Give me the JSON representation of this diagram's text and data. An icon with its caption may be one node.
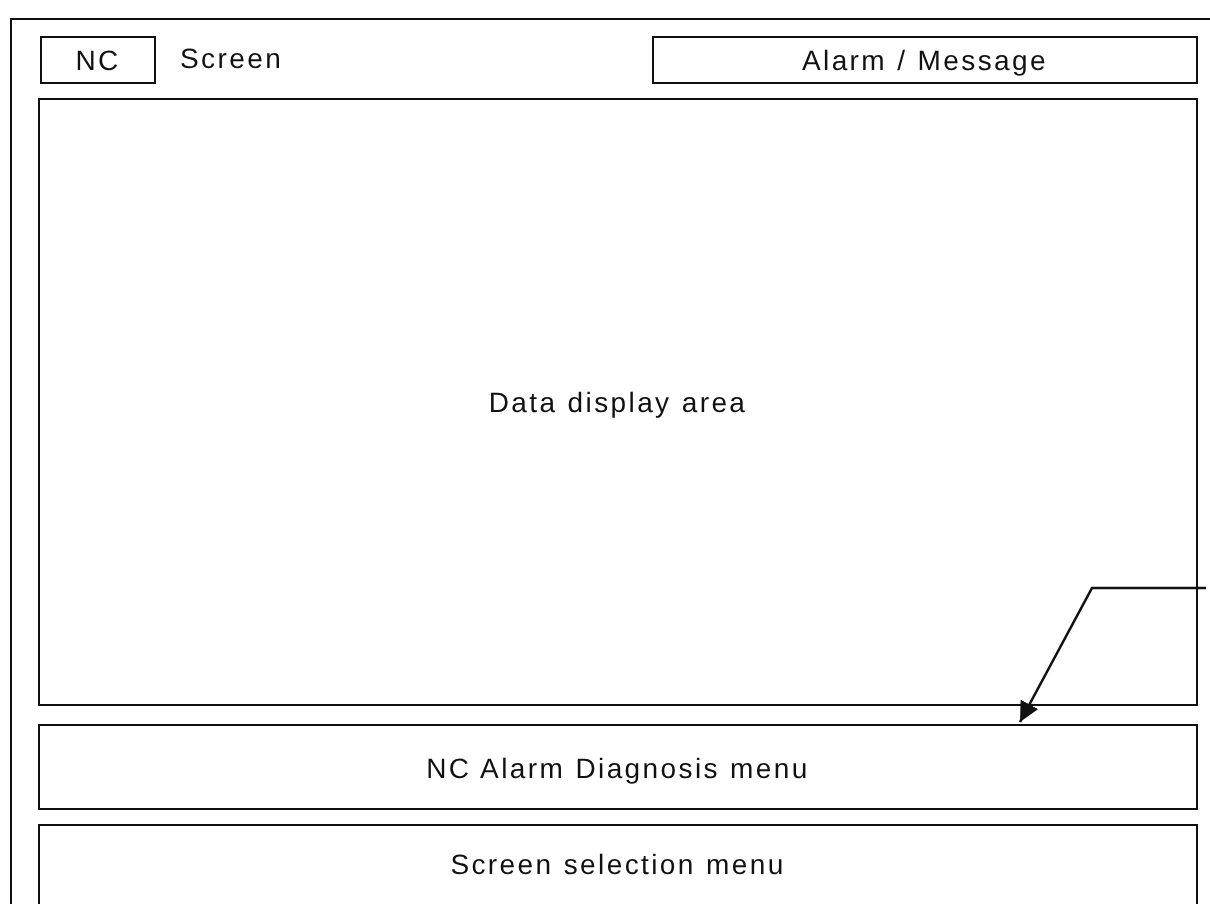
{
  "diagram": {
    "nodes": [
      {
        "text": [],
        "shape": "box"
      },
      {
        "text": [
          "NC"
        ],
        "in": 0
      },
      {
        "text": [
          "Alarm / Message"
        ],
        "in": 0
      },
      {
        "text": [
          "Data display area"
        ],
        "in": 0
      },
      {
        "text": [
          "NC Alarm Diagnosis menu"
        ],
        "in": 0
      },
      {
        "text": [
          "Screen selection menu"
        ],
        "in": 0
      }
    ],
    "edges": [
      {
        "from": null,
        "to": 4,
        "arrow": "to"
      }
    ],
    "labels": [
      "Screen"
    ]
  }
}
